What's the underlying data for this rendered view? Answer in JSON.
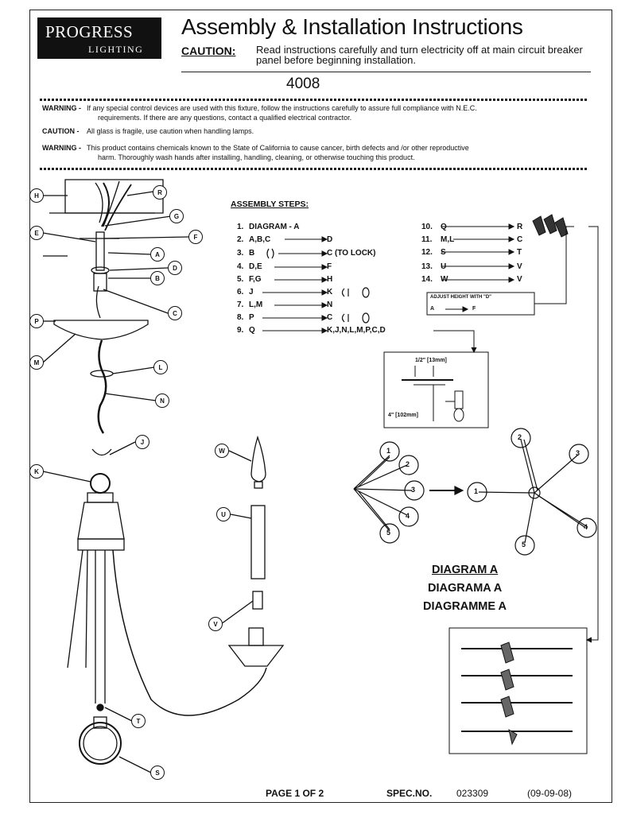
{
  "logo": {
    "line1": "PROGRESS",
    "line2": "LIGHTING"
  },
  "header": {
    "title": "Assembly & Installation Instructions",
    "caution_label": "CAUTION:",
    "caution_text": "Read instructions carefully and turn electricity off at main circuit breaker panel before beginning installation."
  },
  "model": "4008",
  "warnings": [
    {
      "label": "WARNING -",
      "text": "If any special control devices are used with this fixture, follow the instructions carefully to assure full compliance with N.E.C.",
      "cont": "requirements. If there are any questions, contact a qualified electrical contractor."
    },
    {
      "label": "CAUTION -",
      "text": "All glass is fragile, use caution when handling lamps.",
      "cont": ""
    },
    {
      "label": "WARNING -",
      "text": "This product contains chemicals known to the State of California to cause cancer, birth defects and /or other reproductive",
      "cont": "harm.  Thoroughly wash hands after installing, handling, cleaning, or otherwise touching this product."
    }
  ],
  "assembly": {
    "title": "ASSEMBLY STEPS:",
    "steps": [
      {
        "num": "1.",
        "parts": "DIAGRAM - A",
        "target": ""
      },
      {
        "num": "2.",
        "parts": "A,B,C",
        "target": "D"
      },
      {
        "num": "3.",
        "parts": "B",
        "target": "C (TO LOCK)"
      },
      {
        "num": "4.",
        "parts": "D,E",
        "target": "F"
      },
      {
        "num": "5.",
        "parts": "F,G",
        "target": "H"
      },
      {
        "num": "6.",
        "parts": "J",
        "target": "K"
      },
      {
        "num": "7.",
        "parts": "L,M",
        "target": "N"
      },
      {
        "num": "8.",
        "parts": "P",
        "target": "C"
      },
      {
        "num": "9.",
        "parts": "Q",
        "target": "K,J,N,L,M,P,C,D"
      }
    ],
    "steps2": [
      {
        "num": "10.",
        "parts": "Q",
        "target": "R"
      },
      {
        "num": "11.",
        "parts": "M,L",
        "target": "C"
      },
      {
        "num": "12.",
        "parts": "S",
        "target": "T"
      },
      {
        "num": "13.",
        "parts": "U",
        "target": "V"
      },
      {
        "num": "14.",
        "parts": "W",
        "target": "V"
      }
    ],
    "adjust_note": "ADJUST HEIGHT WITH \"D\"",
    "adjust_from": "A",
    "adjust_to": "F"
  },
  "detail": {
    "dim_top": "1/2\" [13mm]",
    "dim_side": "4\" [102mm]"
  },
  "diagram_a": {
    "en": "DIAGRAM A",
    "es": "DIAGRAMA A",
    "fr": "DIAGRAMME A",
    "left_nums": [
      "1",
      "2",
      "3",
      "4",
      "5"
    ],
    "right_nums": [
      "1",
      "2",
      "3",
      "4",
      "5"
    ]
  },
  "callouts": [
    "H",
    "R",
    "G",
    "E",
    "F",
    "A",
    "D",
    "B",
    "C",
    "P",
    "M",
    "L",
    "N",
    "J",
    "K",
    "T",
    "S",
    "W",
    "U",
    "V"
  ],
  "footer": {
    "page": "PAGE 1 OF 2",
    "spec_label": "SPEC.NO.",
    "spec_no": "023309",
    "date": "(09-09-08)"
  }
}
